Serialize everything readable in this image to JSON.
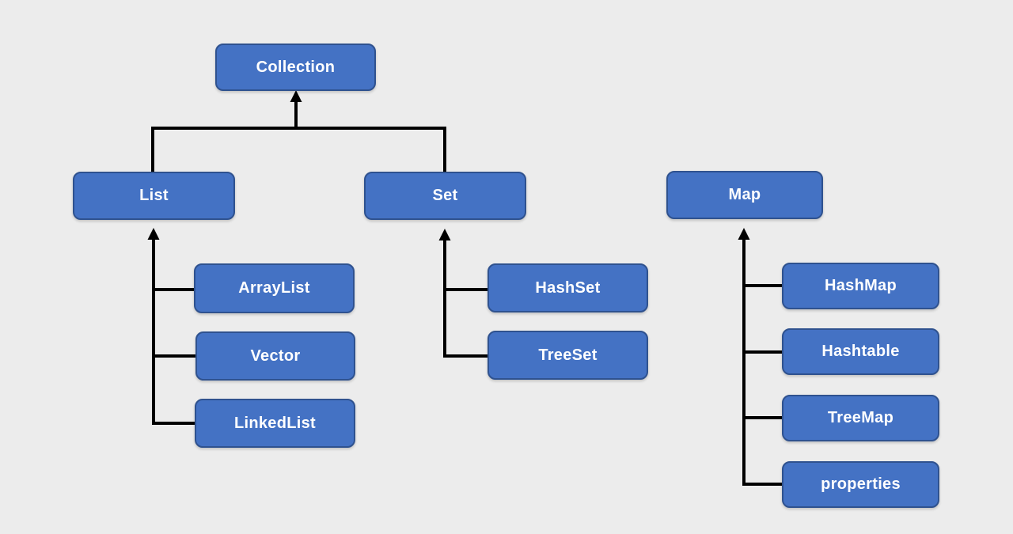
{
  "colors": {
    "node_fill": "#4472C4",
    "node_border": "#2F528F",
    "node_text": "#FFFFFF",
    "connector": "#000000",
    "background": "#ECECEC"
  },
  "nodes": {
    "collection": {
      "label": "Collection"
    },
    "list": {
      "label": "List"
    },
    "set": {
      "label": "Set"
    },
    "map": {
      "label": "Map"
    },
    "arraylist": {
      "label": "ArrayList"
    },
    "vector": {
      "label": "Vector"
    },
    "linkedlist": {
      "label": "LinkedList"
    },
    "hashset": {
      "label": "HashSet"
    },
    "treeset": {
      "label": "TreeSet"
    },
    "hashmap": {
      "label": "HashMap"
    },
    "hashtable": {
      "label": "Hashtable"
    },
    "treemap": {
      "label": "TreeMap"
    },
    "properties": {
      "label": "properties"
    }
  },
  "edges": [
    {
      "from": "List",
      "to": "Collection"
    },
    {
      "from": "Set",
      "to": "Collection"
    },
    {
      "from": "ArrayList",
      "to": "List"
    },
    {
      "from": "Vector",
      "to": "List"
    },
    {
      "from": "LinkedList",
      "to": "List"
    },
    {
      "from": "HashSet",
      "to": "Set"
    },
    {
      "from": "TreeSet",
      "to": "Set"
    },
    {
      "from": "HashMap",
      "to": "Map"
    },
    {
      "from": "Hashtable",
      "to": "Map"
    },
    {
      "from": "TreeMap",
      "to": "Map"
    },
    {
      "from": "properties",
      "to": "Map"
    }
  ]
}
